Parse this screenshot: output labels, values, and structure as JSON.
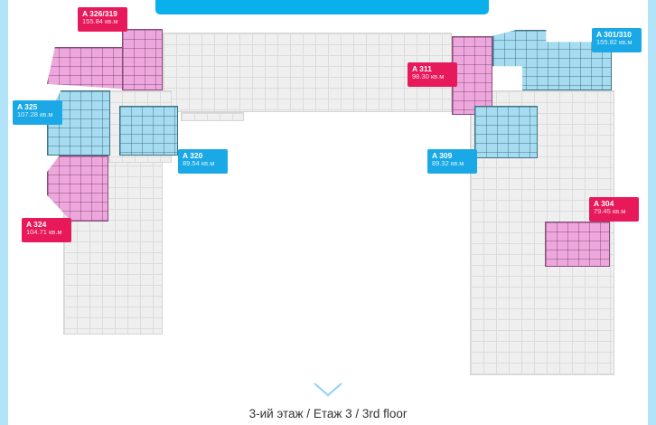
{
  "caption": "3-ий этаж / Етаж 3 / 3rd floor",
  "colors": {
    "pink": "#e8195a",
    "blue": "#1aa9e6",
    "banner": "#0ab0ec"
  },
  "apartments": [
    {
      "name": "A 326/319",
      "area": "155.84 кв.м",
      "color": "pink"
    },
    {
      "name": "A 325",
      "area": "107.28 кв.м",
      "color": "blue"
    },
    {
      "name": "A 320",
      "area": "89.54 кв.м",
      "color": "blue"
    },
    {
      "name": "A 324",
      "area": "104.71 кв.м",
      "color": "pink"
    },
    {
      "name": "A 311",
      "area": "98.30 кв.м",
      "color": "pink"
    },
    {
      "name": "A 301/310",
      "area": "155.82 кв.м",
      "color": "blue"
    },
    {
      "name": "A 309",
      "area": "89.32 кв.м",
      "color": "blue"
    },
    {
      "name": "A 304",
      "area": "79.45 кв.м",
      "color": "pink"
    }
  ]
}
